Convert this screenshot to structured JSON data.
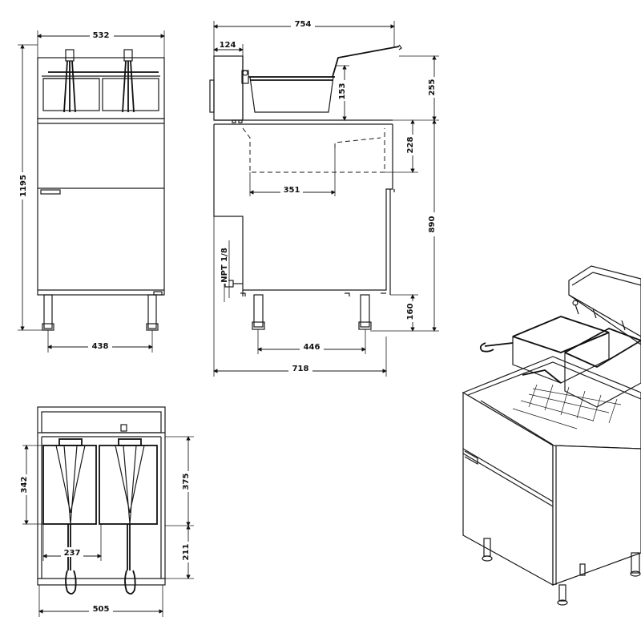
{
  "front_view": {
    "width_top": "532",
    "height_total": "1195",
    "leg_spacing": "438"
  },
  "side_view": {
    "depth_total": "754",
    "back_offset": "124",
    "basket_height": "153",
    "top_height": "255",
    "tank_depth": "228",
    "tank_length": "351",
    "body_height": "890",
    "gas_connection": "NPT 1/8",
    "leg_height": "160",
    "leg_spacing": "446",
    "base_depth": "718"
  },
  "top_view": {
    "basket_length": "342",
    "inner_depth": "375",
    "front_depth": "211",
    "basket_width": "237",
    "total_width": "505"
  }
}
